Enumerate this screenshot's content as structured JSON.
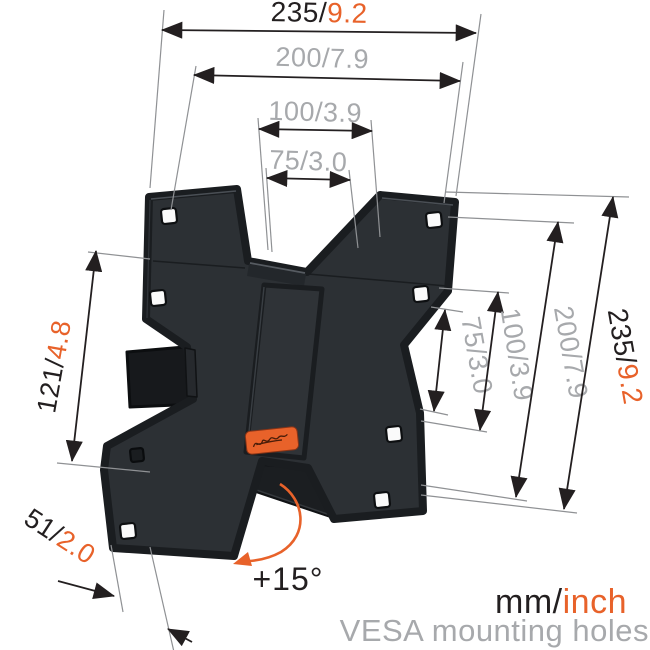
{
  "sep": "/",
  "colors": {
    "accent_orange": "#E8622A",
    "text_black": "#231F20",
    "text_gray": "#A7A9AC",
    "line_gray": "#8F9194",
    "plate_face": "#2C3034",
    "plate_rim": "#1A1D20",
    "hole_white": "#FAFAFA",
    "badge_orange": "#E8622A"
  },
  "dims": {
    "top_overall": {
      "mm": "235",
      "inch": "9.2"
    },
    "top_200": {
      "mm": "200",
      "inch": "7.9"
    },
    "top_100": {
      "mm": "100",
      "inch": "3.9"
    },
    "top_75": {
      "mm": "75",
      "inch": "3.0"
    },
    "left_height": {
      "mm": "121",
      "inch": "4.8"
    },
    "depth": {
      "mm": "51",
      "inch": "2.0"
    },
    "right_75": {
      "mm": "75",
      "inch": "3.0"
    },
    "right_100": {
      "mm": "100",
      "inch": "3.9"
    },
    "right_200": {
      "mm": "200",
      "inch": "7.9"
    },
    "right_overall": {
      "mm": "235",
      "inch": "9.2"
    },
    "tilt": "+15°"
  },
  "legend": {
    "mm": "mm",
    "inch": "inch",
    "caption": "VESA mounting holes"
  }
}
